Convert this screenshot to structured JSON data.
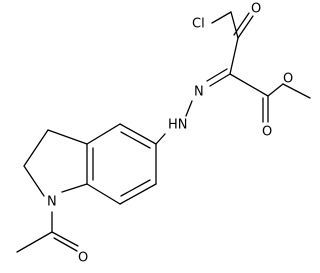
{
  "molecule": {
    "labels": {
      "chlorine": "Cl",
      "ketone_oxygen": "O",
      "ester_carbonyl_oxygen": "O",
      "ester_ether_oxygen": "O",
      "azo_nitrogen": "N",
      "hydrazine_nh": "HN",
      "ring_nitrogen": "N",
      "acetyl_oxygen": "O"
    },
    "colors": {
      "bond": "#000000",
      "text": "#000000",
      "background": "#ffffff"
    }
  }
}
